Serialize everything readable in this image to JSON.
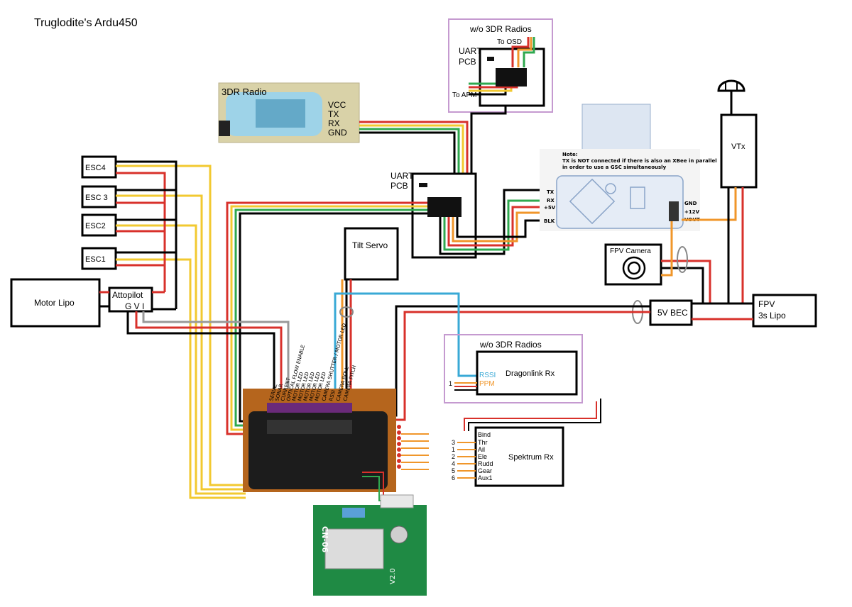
{
  "title": "Truglodite's Ardu450",
  "radio_top": {
    "heading": "w/o 3DR Radios",
    "uart_label": "UART",
    "pcb_label": "PCB",
    "to_osd": "To OSD",
    "to_apm": "To APM"
  },
  "radio_3dr": {
    "label": "3DR Radio",
    "pins": [
      "VCC",
      "TX",
      "RX",
      "GND"
    ]
  },
  "uart_pcb": {
    "uart": "UART",
    "pcb": "PCB"
  },
  "escs": [
    "ESC4",
    "ESC 3",
    "ESC2",
    "ESC1"
  ],
  "motor_lipo": "Motor Lipo",
  "attopilot": {
    "name": "Attopilot",
    "pins": "G V I"
  },
  "tilt_servo": "Tilt Servo",
  "vtx": "VTx",
  "osd": {
    "note_title": "Note:",
    "note_line1": "TX is NOT connected if there is also an XBee in parallel",
    "note_line2": "in order to use a GSC simultaneously",
    "left_pins": [
      "TX",
      "RX",
      "+5V",
      "BLK"
    ],
    "right_pins": [
      "GND",
      "+12V",
      "VOUT"
    ]
  },
  "fpv_camera": "FPV Camera",
  "bec": "5V BEC",
  "fpv_lipo": {
    "line1": "FPV",
    "line2": "3s Lipo"
  },
  "dragonlink": {
    "heading": "w/o 3DR Radios",
    "name": "Dragonlink Rx",
    "rssi": "RSSI",
    "ppm": "PPM",
    "ppm_num": "1"
  },
  "spektrum": {
    "name": "Spektrum Rx",
    "channels": [
      {
        "label": "Bind",
        "num": ""
      },
      {
        "label": "Thr",
        "num": "3"
      },
      {
        "label": "Ail",
        "num": "1"
      },
      {
        "label": "Ele",
        "num": "2"
      },
      {
        "label": "Rudd",
        "num": "4"
      },
      {
        "label": "Gear",
        "num": "5"
      },
      {
        "label": "Aux1",
        "num": "6"
      }
    ]
  },
  "apm_pin_labels": [
    "SERIAL",
    "SONAR",
    "CURRENT",
    "OPTICAL FLOW ENABLE",
    "MOTOR LED",
    "MOTOR LED",
    "MOTOR LED",
    "MOTOR LED",
    "MOTOR LED",
    "CAMERA SHUTTER / MOTOR LED",
    "RSSI",
    "CAMERA ROLL",
    "CAMERA PITCH"
  ],
  "gps": {
    "model": "CN-06",
    "version": "V2.0"
  },
  "colors": {
    "red": "#d8312b",
    "yellow": "#f2c930",
    "green": "#2fa84f",
    "orange": "#f0962a",
    "cyan": "#39a9d6",
    "purple": "#a24fb0",
    "box_frame": "#c59ad0"
  }
}
